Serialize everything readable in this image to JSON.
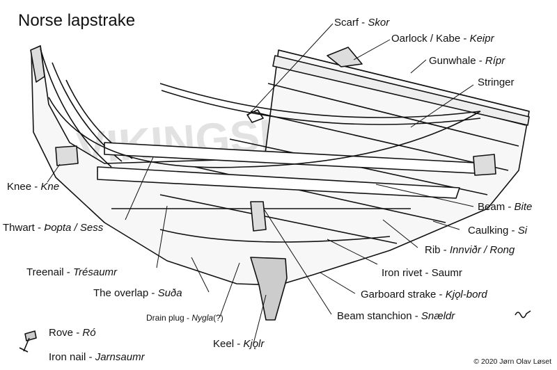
{
  "title": "Norse lapstrake",
  "watermark": "VIKINGSKIP.COM",
  "credit": "© 2020 Jørn Olav Løset",
  "labels": {
    "scarf": {
      "name": "Scarf",
      "sep": " - ",
      "norse": "Skor"
    },
    "oarlock": {
      "name": "Oarlock / Kabe",
      "sep": " - ",
      "norse": "Keipr"
    },
    "gunwhale": {
      "name": "Gunwhale",
      "sep": " - ",
      "norse": "Rípr"
    },
    "stringer": {
      "name": "Stringer",
      "sep": "",
      "norse": ""
    },
    "knee": {
      "name": "Knee",
      "sep": " - ",
      "norse": "Kne"
    },
    "beam": {
      "name": "Beam",
      "sep": " - ",
      "norse": "Bite"
    },
    "thwart": {
      "name": "Thwart",
      "sep": " - ",
      "norse": "Þopta / Sess"
    },
    "caulking": {
      "name": "Caulking",
      "sep": " - ",
      "norse": "Si"
    },
    "rib": {
      "name": "Rib",
      "sep": " - ",
      "norse": "Innviðr / Rong"
    },
    "treenail": {
      "name": "Treenail",
      "sep": " - ",
      "norse": "Trésaumr"
    },
    "ironrivet": {
      "name": "Iron rivet",
      "sep": " - ",
      "norse": "",
      "extra": "Saumr"
    },
    "overlap": {
      "name": "The overlap",
      "sep": " - ",
      "norse": "Suða"
    },
    "garboard": {
      "name": "Garboard strake",
      "sep": " - ",
      "norse": "Kjǫl-bord"
    },
    "drainplug": {
      "name": "Drain plug",
      "sep": " - ",
      "norse": "Nygla",
      "extra": "(?)"
    },
    "stanchion": {
      "name": "Beam stanchion",
      "sep": " - ",
      "norse": "Snældr"
    },
    "rove": {
      "name": "Rove",
      "sep": " - ",
      "norse": "Ró"
    },
    "keel": {
      "name": "Keel",
      "sep": " - ",
      "norse": "Kjǫlr"
    },
    "ironnail": {
      "name": "Iron nail",
      "sep": " - ",
      "norse": "Jarnsaumr"
    }
  }
}
